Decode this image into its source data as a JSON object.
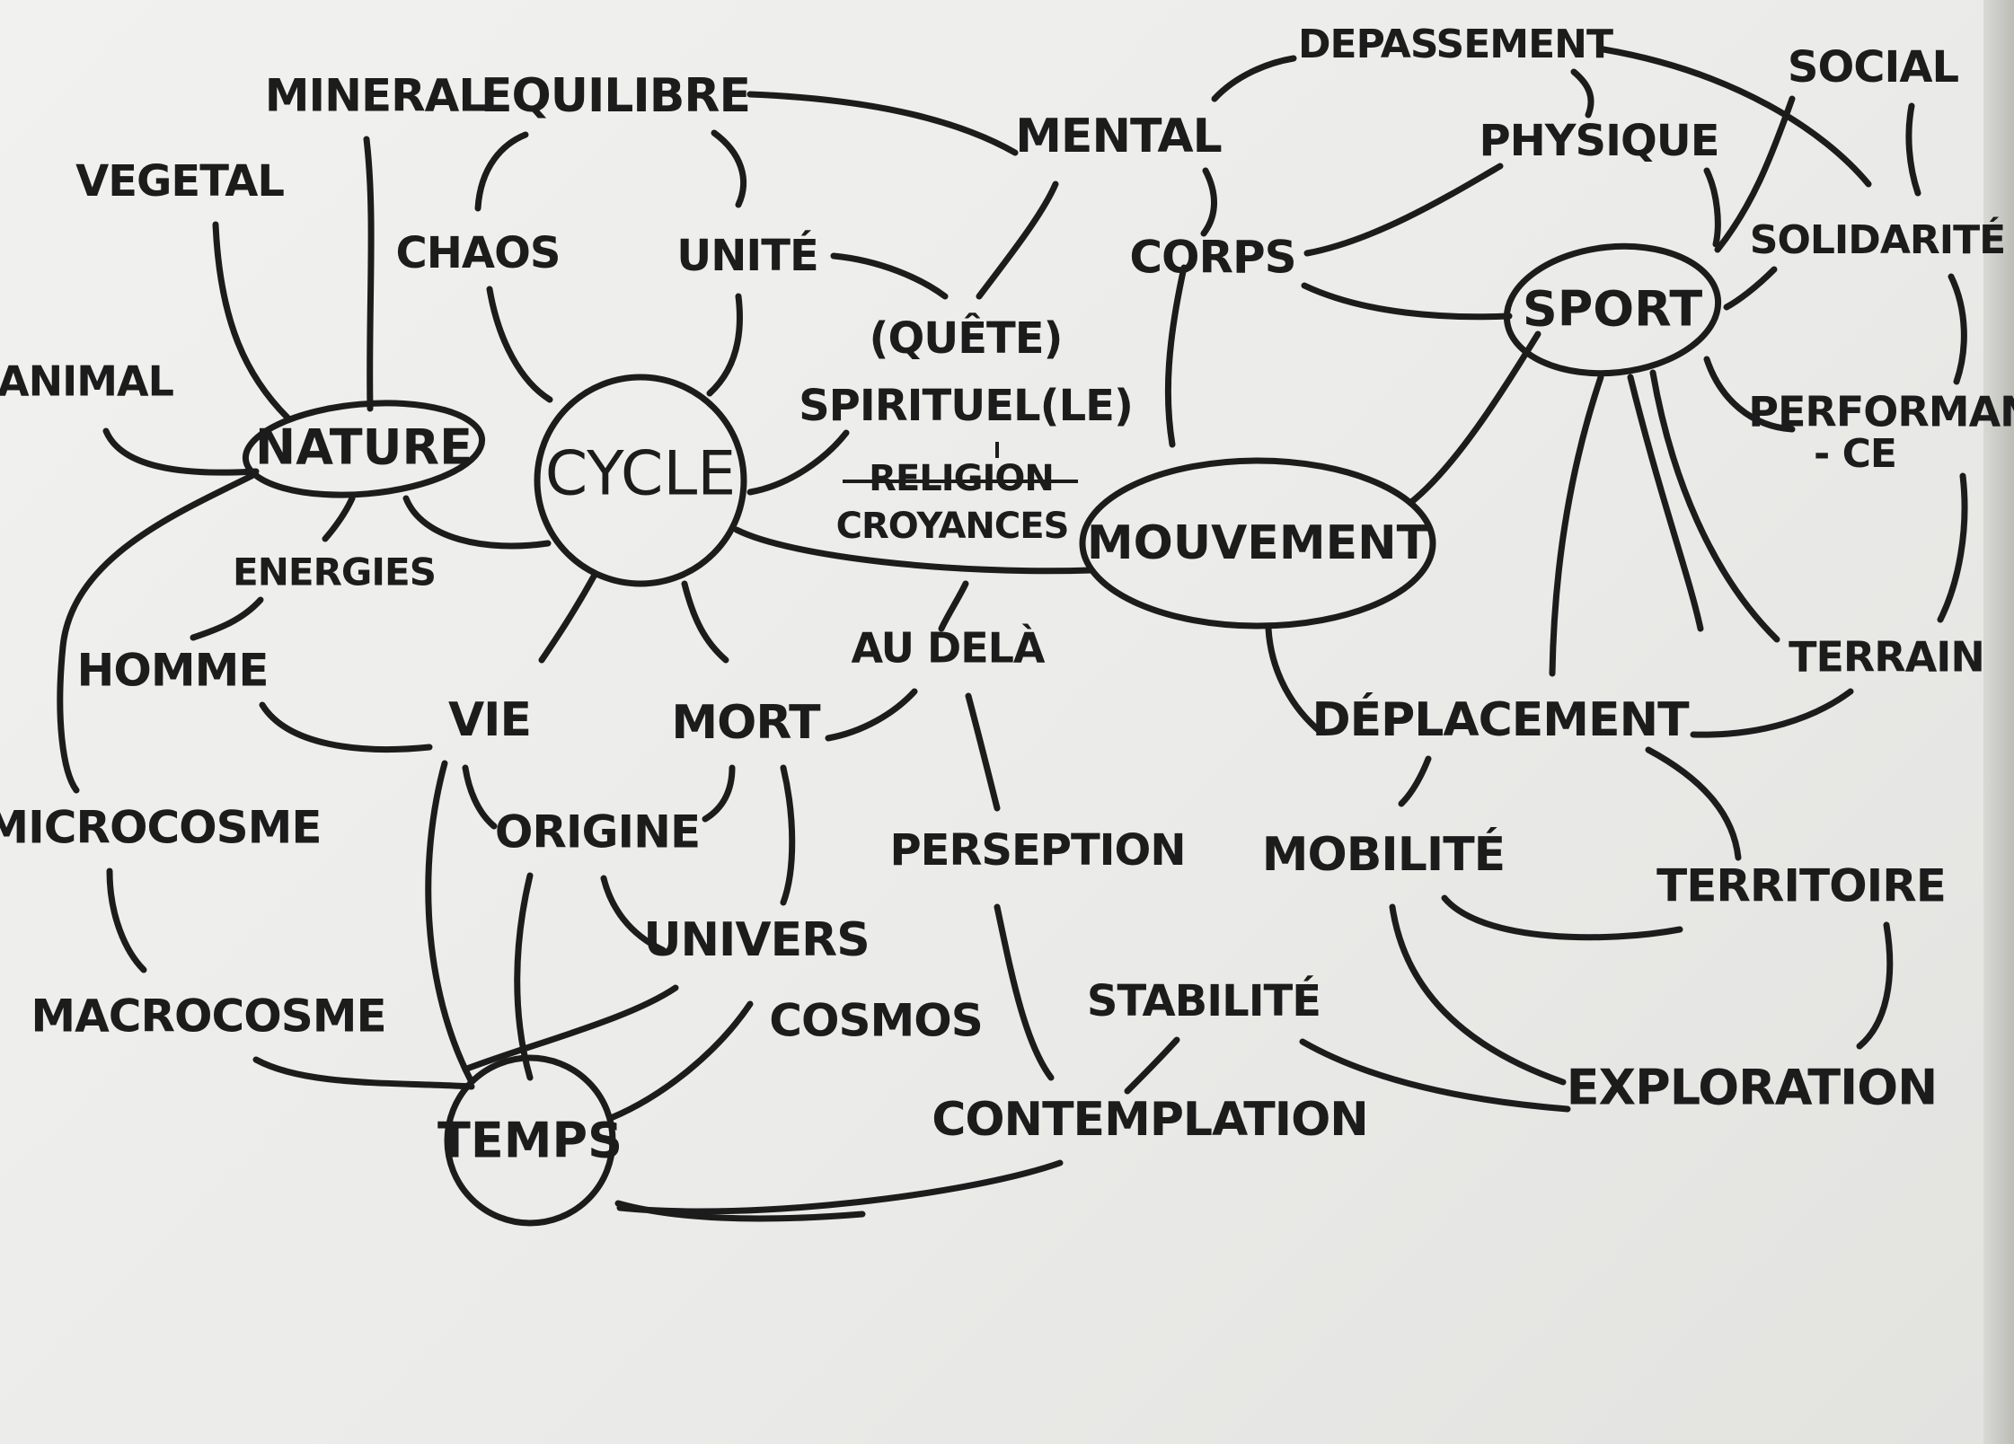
{
  "diagram": {
    "hubs": {
      "nature": "NATURE",
      "cycle": "CYCLE",
      "mouvement": "MOUVEMENT",
      "sport": "SPORT",
      "temps": "TEMPS"
    },
    "words": {
      "mineral": "MINERAL",
      "equilibre": "EQUILIBRE",
      "vegetal": "VEGETAL",
      "chaos": "CHAOS",
      "unite": "UNITÉ",
      "animal": "ANIMAL",
      "quete": "(QUÊTE)",
      "spirituel": "SPIRITUEL(LE)",
      "religion": "RELIGION",
      "croyances": "CROYANCES",
      "energies": "ENERGIES",
      "homme": "HOMME",
      "vie": "VIE",
      "mort": "MORT",
      "au_dela": "AU DELÀ",
      "microcosme": "MICROCOSME",
      "origine": "ORIGINE",
      "univers": "UNIVERS",
      "perseption": "PERSEPTION",
      "macrocosme": "MACROCOSME",
      "cosmos": "COSMOS",
      "stabilite": "STABILITÉ",
      "contemplation": "CONTEMPLATION",
      "mental": "MENTAL",
      "depassement": "DEPASSEMENT",
      "physique": "PHYSIQUE",
      "social": "SOCIAL",
      "corps": "CORPS",
      "solidarite": "SOLIDARITÉ",
      "performance_1": "PERFORMAN",
      "performance_2": "- CE",
      "terrain": "TERRAIN",
      "deplacement": "DÉPLACEMENT",
      "mobilite": "MOBILITÉ",
      "territoire": "TERRITOIRE",
      "exploration": "EXPLORATION"
    }
  }
}
